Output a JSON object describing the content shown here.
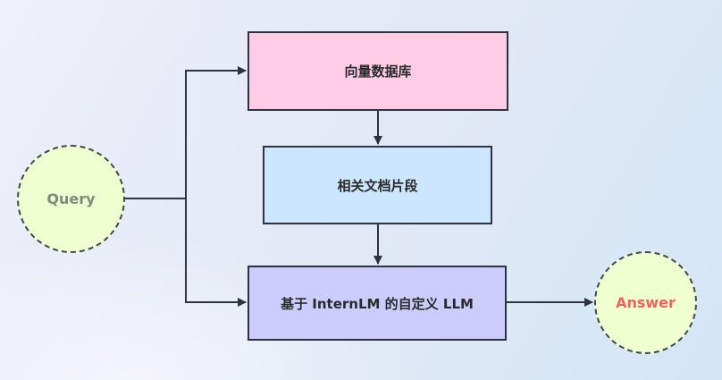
{
  "nodes": {
    "query": {
      "label": "Query",
      "color": "#7f8a7a"
    },
    "vector_db": {
      "label": "向量数据库",
      "fill": "#ffcce6"
    },
    "relevant_docs": {
      "label": "相关文档片段",
      "fill": "#cce6ff"
    },
    "custom_llm": {
      "label": "基于 InternLM 的自定义 LLM",
      "fill": "#ccccff"
    },
    "answer": {
      "label": "Answer",
      "color": "#f0625e"
    }
  }
}
